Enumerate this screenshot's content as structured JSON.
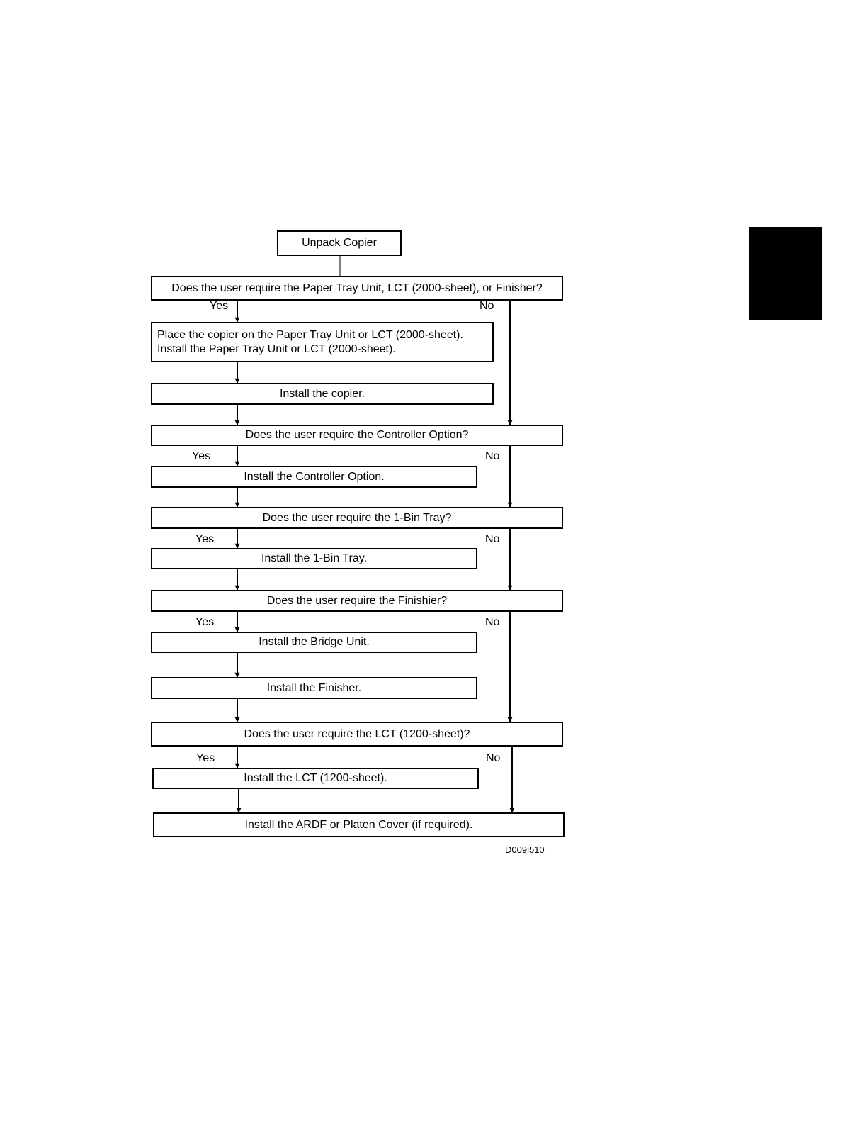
{
  "flowchart": {
    "start": "Unpack Copier",
    "q1": "Does the user require the Paper Tray Unit, LCT (2000-sheet), or Finisher?",
    "s1_line1": "Place the copier on the Paper Tray Unit or LCT (2000-sheet).",
    "s1_line2": "Install the Paper Tray Unit or LCT (2000-sheet).",
    "s2": "Install the copier.",
    "q2": "Does the user require the Controller Option?",
    "s3": "Install the Controller Option.",
    "q3": "Does the user require the 1-Bin Tray?",
    "s4": "Install the 1-Bin Tray.",
    "q4": "Does the user require the Finishier?",
    "s5": "Install the Bridge Unit.",
    "s6": "Install the Finisher.",
    "q5": "Does the user require the LCT (1200-sheet)?",
    "s7": "Install the LCT (1200-sheet).",
    "end": "Install the ARDF or Platen Cover (if required).",
    "yes": "Yes",
    "no": "No",
    "figure_code": "D009i510"
  }
}
